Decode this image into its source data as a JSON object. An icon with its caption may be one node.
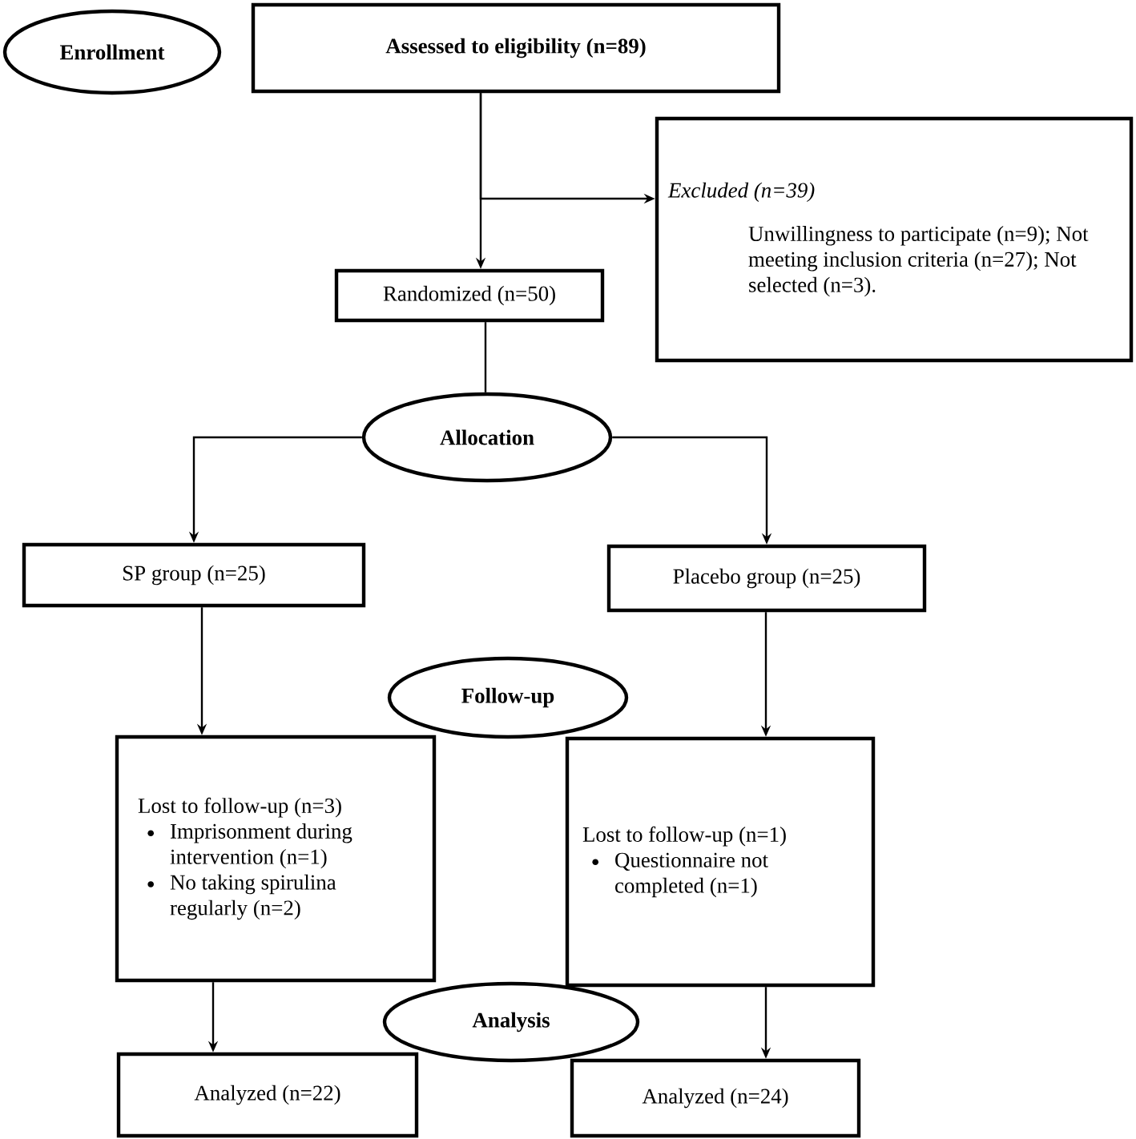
{
  "diagram": {
    "nodes": [
      {
        "text": [
          "Enrollment"
        ]
      },
      {
        "text": [
          "Assessed to eligibility (n=89)"
        ]
      },
      {
        "text": [
          "Excluded (n=39)",
          "Unwillingness to participate (n=9); Not meeting inclusion criteria (n=27); Not selected (n=3)."
        ]
      },
      {
        "text": [
          "Randomized (n=50)"
        ]
      },
      {
        "text": [
          "Allocation"
        ]
      },
      {
        "text": [
          "SP group (n=25)"
        ]
      },
      {
        "text": [
          "Placebo group (n=25)"
        ]
      },
      {
        "text": [
          "Follow-up"
        ]
      },
      {
        "text": [
          "Lost to follow-up (n=3)",
          "Imprisonment during intervention (n=1)",
          "No taking spirulina regularly (n=2)"
        ]
      },
      {
        "text": [
          "Lost to follow-up (n=1)",
          "Questionnaire not completed (n=1)"
        ]
      },
      {
        "text": [
          "Analysis"
        ]
      },
      {
        "text": [
          "Analyzed (n=22)"
        ]
      },
      {
        "text": [
          "Analyzed (n=24)"
        ]
      }
    ],
    "edges": [
      {
        "from": 1,
        "to": 3,
        "arrow": "to"
      },
      {
        "from": 1,
        "to": 2,
        "arrow": "to"
      },
      {
        "from": 3,
        "to": 4,
        "arrow": "none"
      },
      {
        "from": 4,
        "to": 5,
        "arrow": "to"
      },
      {
        "from": 4,
        "to": 6,
        "arrow": "to"
      },
      {
        "from": 5,
        "to": 8,
        "arrow": "to"
      },
      {
        "from": 6,
        "to": 9,
        "arrow": "to"
      },
      {
        "from": 8,
        "to": 11,
        "arrow": "to"
      },
      {
        "from": 9,
        "to": 12,
        "arrow": "to"
      }
    ]
  }
}
